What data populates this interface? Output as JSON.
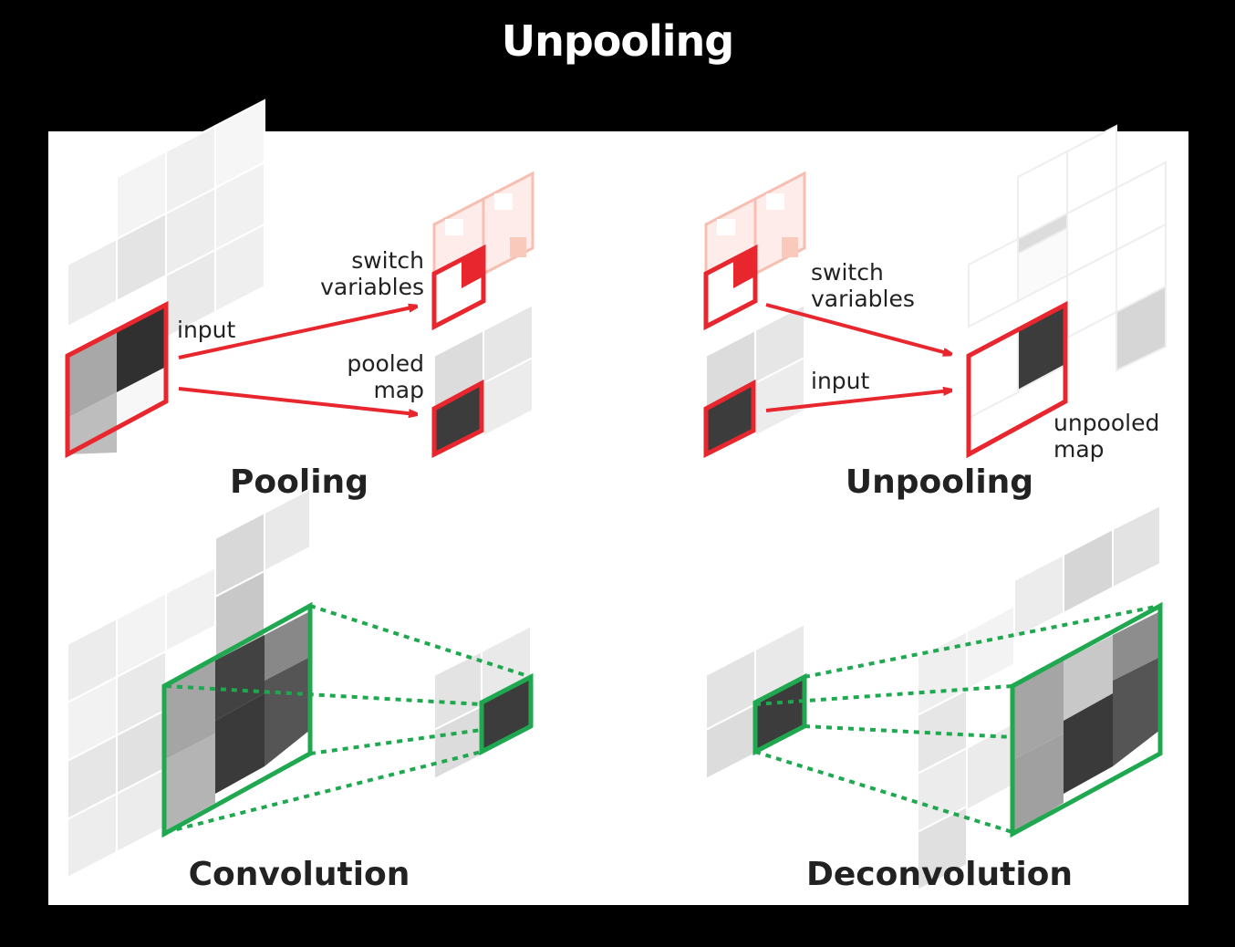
{
  "title": "Unpooling",
  "pooling": {
    "caption": "Pooling",
    "input_label": "input",
    "switch_label_line1": "switch",
    "switch_label_line2": "variables",
    "pooled_label_line1": "pooled",
    "pooled_label_line2": "map"
  },
  "unpooling": {
    "caption": "Unpooling",
    "switch_label_line1": "switch",
    "switch_label_line2": "variables",
    "input_label": "input",
    "unpooled_label_line1": "unpooled",
    "unpooled_label_line2": "map"
  },
  "convolution": {
    "caption": "Convolution"
  },
  "deconvolution": {
    "caption": "Deconvolution"
  },
  "colors": {
    "pooling_accent": "#e8262e",
    "convolution_accent": "#1fa850",
    "dark_cell": "#3c3c3c",
    "switch_tint": "#f9c9bb"
  }
}
